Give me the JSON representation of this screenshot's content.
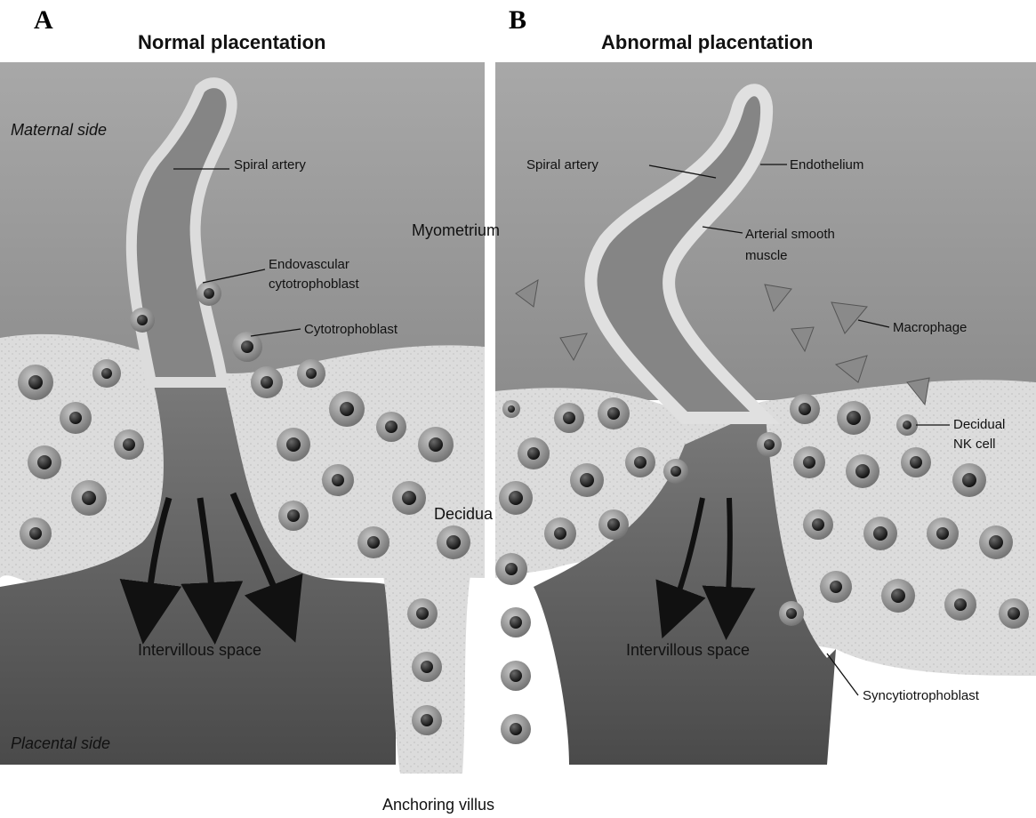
{
  "panels": [
    {
      "letter": "A",
      "title": "Normal placentation"
    },
    {
      "letter": "B",
      "title": "Abnormal placentation"
    }
  ],
  "side_labels": {
    "maternal": "Maternal side",
    "placental": "Placental side"
  },
  "region_labels": {
    "myometrium": "Myometrium",
    "decidua": "Decidua",
    "anchoring_villus": "Anchoring villus",
    "intervillous_a": "Intervillous space",
    "intervillous_b": "Intervillous space"
  },
  "labels_a": {
    "spiral_artery": "Spiral artery",
    "endovascular_1": "Endovascular",
    "endovascular_2": "cytotrophoblast",
    "cytotrophoblast": "Cytotrophoblast"
  },
  "labels_b": {
    "spiral_artery": "Spiral artery",
    "endothelium": "Endothelium",
    "smooth_muscle_1": "Arterial smooth",
    "smooth_muscle_2": "muscle",
    "macrophage": "Macrophage",
    "decidual_nk_1": "Decidual",
    "decidual_nk_2": "NK cell",
    "syncytiotrophoblast": "Syncytiotrophoblast"
  },
  "colors": {
    "myometrium": "#9a9a9a",
    "decidua": "#d9d9d9",
    "intervillous": "#6e6e6e",
    "cell": "#8f8f8f",
    "nucleus": "#2b2b2b"
  }
}
